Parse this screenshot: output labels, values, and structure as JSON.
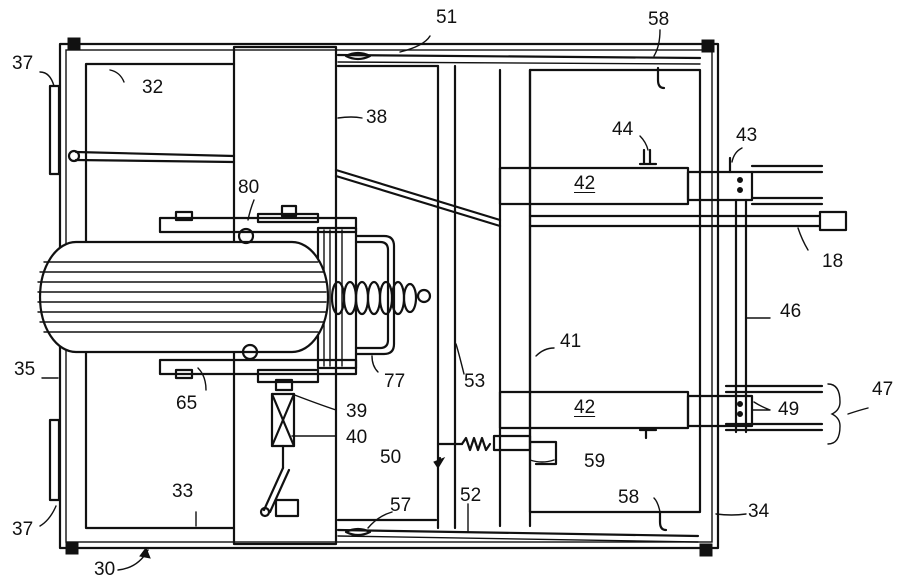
{
  "figure": {
    "labels": {
      "l51": "51",
      "l58a": "58",
      "l37a": "37",
      "l32": "32",
      "l38": "38",
      "l44": "44",
      "l43": "43",
      "l80": "80",
      "l42a": "42",
      "l18": "18",
      "l46": "46",
      "l35": "35",
      "l41": "41",
      "l53": "53",
      "l77": "77",
      "l65": "65",
      "l39": "39",
      "l40": "40",
      "l42b": "42",
      "l49": "49",
      "l47": "47",
      "l50": "50",
      "l59": "59",
      "l33": "33",
      "l58b": "58",
      "l57": "57",
      "l52": "52",
      "l34": "34",
      "l37b": "37",
      "l30": "30"
    }
  }
}
